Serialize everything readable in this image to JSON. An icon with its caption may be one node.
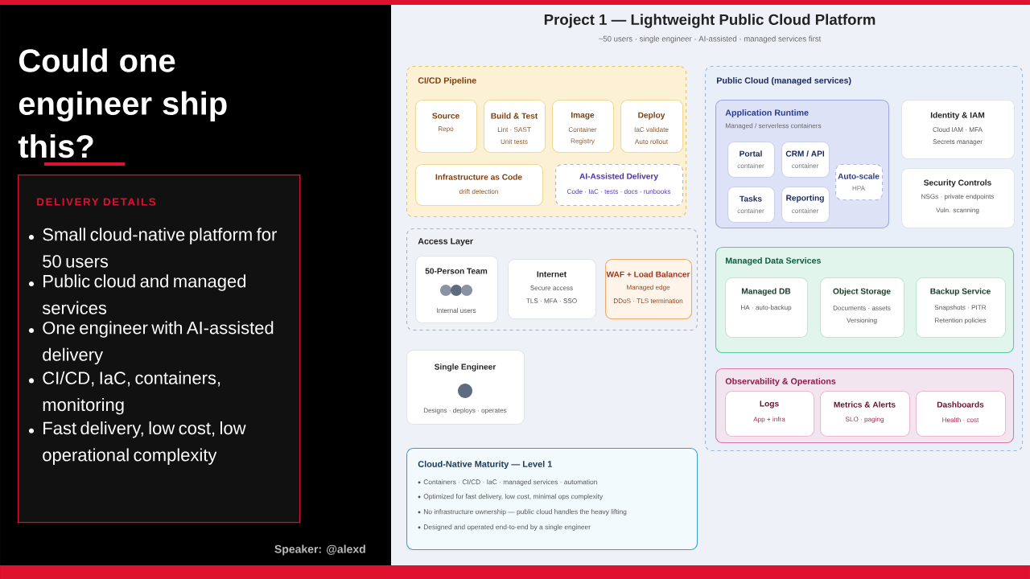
{
  "diagram": {
    "title": "Project 1 — Lightweight Public Cloud Platform",
    "nodes": [
      {
        "text": [
          "DELIVERY DETAILS",
          "Small cloud-native platform for 50 users",
          "Public cloud and managed services",
          "One engineer with AI-assisted delivery",
          "CI/CD, IaC, containers, monitoring",
          "Fast delivery, low cost, low operational complexity"
        ]
      },
      {
        "text": [
          "CI/CD Pipeline"
        ]
      },
      {
        "text": [
          "Source",
          "Repo"
        ],
        "in": 1
      },
      {
        "text": [
          "Build & Test",
          "Lint · SAST",
          "Unit tests"
        ],
        "in": 1
      },
      {
        "text": [
          "Image",
          "Container",
          "Registry"
        ],
        "in": 1
      },
      {
        "text": [
          "Deploy",
          "IaC validate",
          "Auto rollout"
        ],
        "in": 1
      },
      {
        "text": [
          "Infrastructure as Code",
          "drift detection"
        ],
        "in": 1
      },
      {
        "text": [
          "AI-Assisted Delivery",
          "Code · IaC · tests · docs · runbooks"
        ],
        "in": 1
      },
      {
        "text": [
          "Access Layer"
        ]
      },
      {
        "text": [
          "50-Person Team",
          "Internal users"
        ],
        "in": 8
      },
      {
        "text": [
          "Internet",
          "Secure access",
          "TLS · MFA · SSO"
        ],
        "in": 8
      },
      {
        "text": [
          "WAF + Load Balancer",
          "Managed edge",
          "DDoS · TLS termination"
        ],
        "in": 8
      },
      {
        "text": [
          "Single Engineer",
          "Designs · deploys · operates"
        ]
      },
      {
        "text": [
          "Cloud-Native Maturity — Level 1",
          "Containers · CI/CD · IaC · managed services · automation",
          "Optimized for fast delivery, low cost, minimal ops complexity",
          "No infrastructure ownership — public cloud handles the heavy lifting",
          "Designed and operated end-to-end by a single engineer"
        ]
      },
      {
        "text": [
          "Public Cloud (managed services)"
        ]
      },
      {
        "text": [
          "Application Runtime",
          "Managed / serverless containers"
        ],
        "in": 14
      },
      {
        "text": [
          "Portal",
          "container"
        ],
        "in": 15
      },
      {
        "text": [
          "CRM / API",
          "container"
        ],
        "in": 15
      },
      {
        "text": [
          "Tasks",
          "container"
        ],
        "in": 15
      },
      {
        "text": [
          "Reporting",
          "container"
        ],
        "in": 15
      },
      {
        "text": [
          "Auto-scale",
          "HPA"
        ],
        "in": 15
      },
      {
        "text": [
          "Identity & IAM",
          "Cloud IAM · MFA",
          "Secrets manager"
        ],
        "in": 14
      },
      {
        "text": [
          "Security Controls",
          "NSGs · private endpoints",
          "Vuln. scanning"
        ],
        "in": 14
      },
      {
        "text": [
          "Managed Data Services"
        ],
        "in": 14
      },
      {
        "text": [
          "Managed DB",
          "HA · auto-backup"
        ],
        "in": 23
      },
      {
        "text": [
          "Object Storage",
          "Documents · assets",
          "Versioning"
        ],
        "in": 23
      },
      {
        "text": [
          "Backup Service",
          "Snapshots · PITR",
          "Retention policies"
        ],
        "in": 23
      },
      {
        "text": [
          "Observability & Operations"
        ],
        "in": 14
      },
      {
        "text": [
          "Logs",
          "App + infra"
        ],
        "in": 27
      },
      {
        "text": [
          "Metrics & Alerts",
          "SLO · paging"
        ],
        "in": 27
      },
      {
        "text": [
          "Dashboards",
          "Health · cost"
        ],
        "in": 27
      }
    ],
    "labels": [
      "Could one engineer ship this?",
      "~50 users · single engineer · AI-assisted · managed services first",
      "Speaker: @alexd"
    ]
  }
}
